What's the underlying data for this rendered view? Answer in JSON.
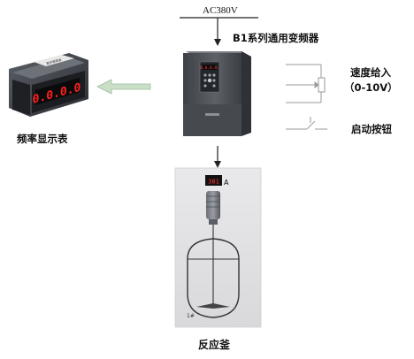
{
  "power_supply": {
    "label": "AC380V"
  },
  "inverter": {
    "title": "B1系列通用变频器",
    "display_reading": "8.8.8.8."
  },
  "frequency_meter": {
    "label": "频率显示表",
    "reading": "0.0.0.0",
    "nameplate": "数字频率表"
  },
  "speed_input": {
    "label": "速度给入",
    "range": "（0-10V）"
  },
  "start_button": {
    "label": "启动按钮"
  },
  "reactor": {
    "label": "反应釜",
    "ammeter_reading": "381",
    "ammeter_unit": "A",
    "tank_number": "1#"
  },
  "colors": {
    "accent_arrow": "#c9e0c7",
    "meter_digits": "#ff2020",
    "inverter_body": "#55595f",
    "reactor_panel": "#e3e3e5"
  }
}
